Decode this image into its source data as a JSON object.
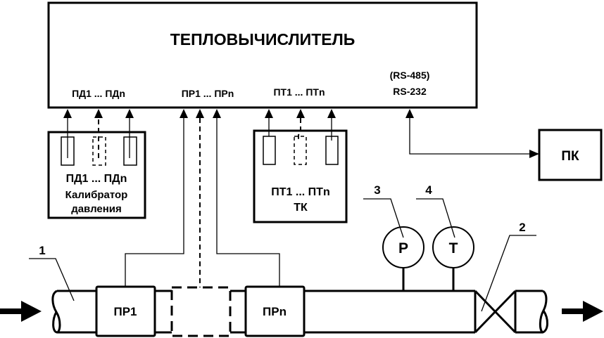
{
  "diagram": {
    "title": "ТЕПЛОВЫЧИСЛИТЕЛЬ",
    "inputs": {
      "pressure": "ПД1 ... ПДn",
      "flow": "ПР1 ... ПРn",
      "temperature": "ПТ1 ... ПТn",
      "interface_alt": "(RS-485)",
      "interface": "RS-232"
    },
    "pressure_calibrator": {
      "sensors_label": "ПД1 ... ПДn",
      "name_line1": "Калибратор",
      "name_line2": "давления"
    },
    "thermo_calibrator": {
      "sensors_label": "ПТ1 ... ПТn",
      "name": "ТК"
    },
    "pc": {
      "label": "ПК"
    },
    "flowmeters": {
      "first": "ПР1",
      "last": "ПРn"
    },
    "gauges": {
      "pressure": "P",
      "temperature": "T"
    },
    "callouts": {
      "pipe": "1",
      "valve": "2",
      "pressure_gauge": "3",
      "thermometer": "4"
    }
  }
}
